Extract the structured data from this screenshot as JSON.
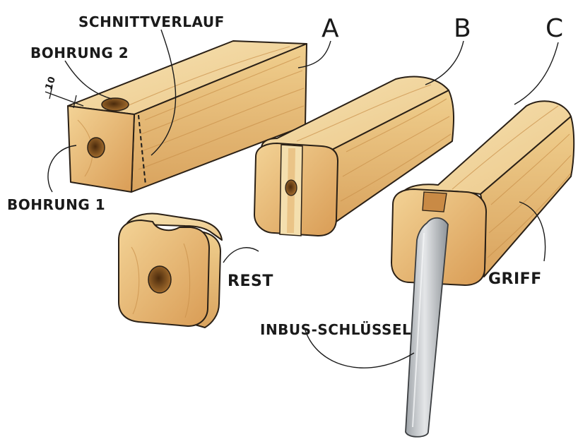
{
  "labels": {
    "schnittverlauf": "SCHNITTVERLAUF",
    "bohrung2": "BOHRUNG 2",
    "bohrung1": "BOHRUNG 1",
    "dimension": "10",
    "a": "A",
    "b": "B",
    "c": "C",
    "rest": "REST",
    "griff": "GRIFF",
    "inbus": "INBUS-SCHLÜSSEL"
  },
  "colors": {
    "wood_light": "#f2d8a0",
    "wood_mid": "#e5b874",
    "wood_dark": "#c98a45",
    "end_grain": "#eabd7a",
    "hole": "#7a4a1c",
    "steel": "#c9ccd0"
  }
}
